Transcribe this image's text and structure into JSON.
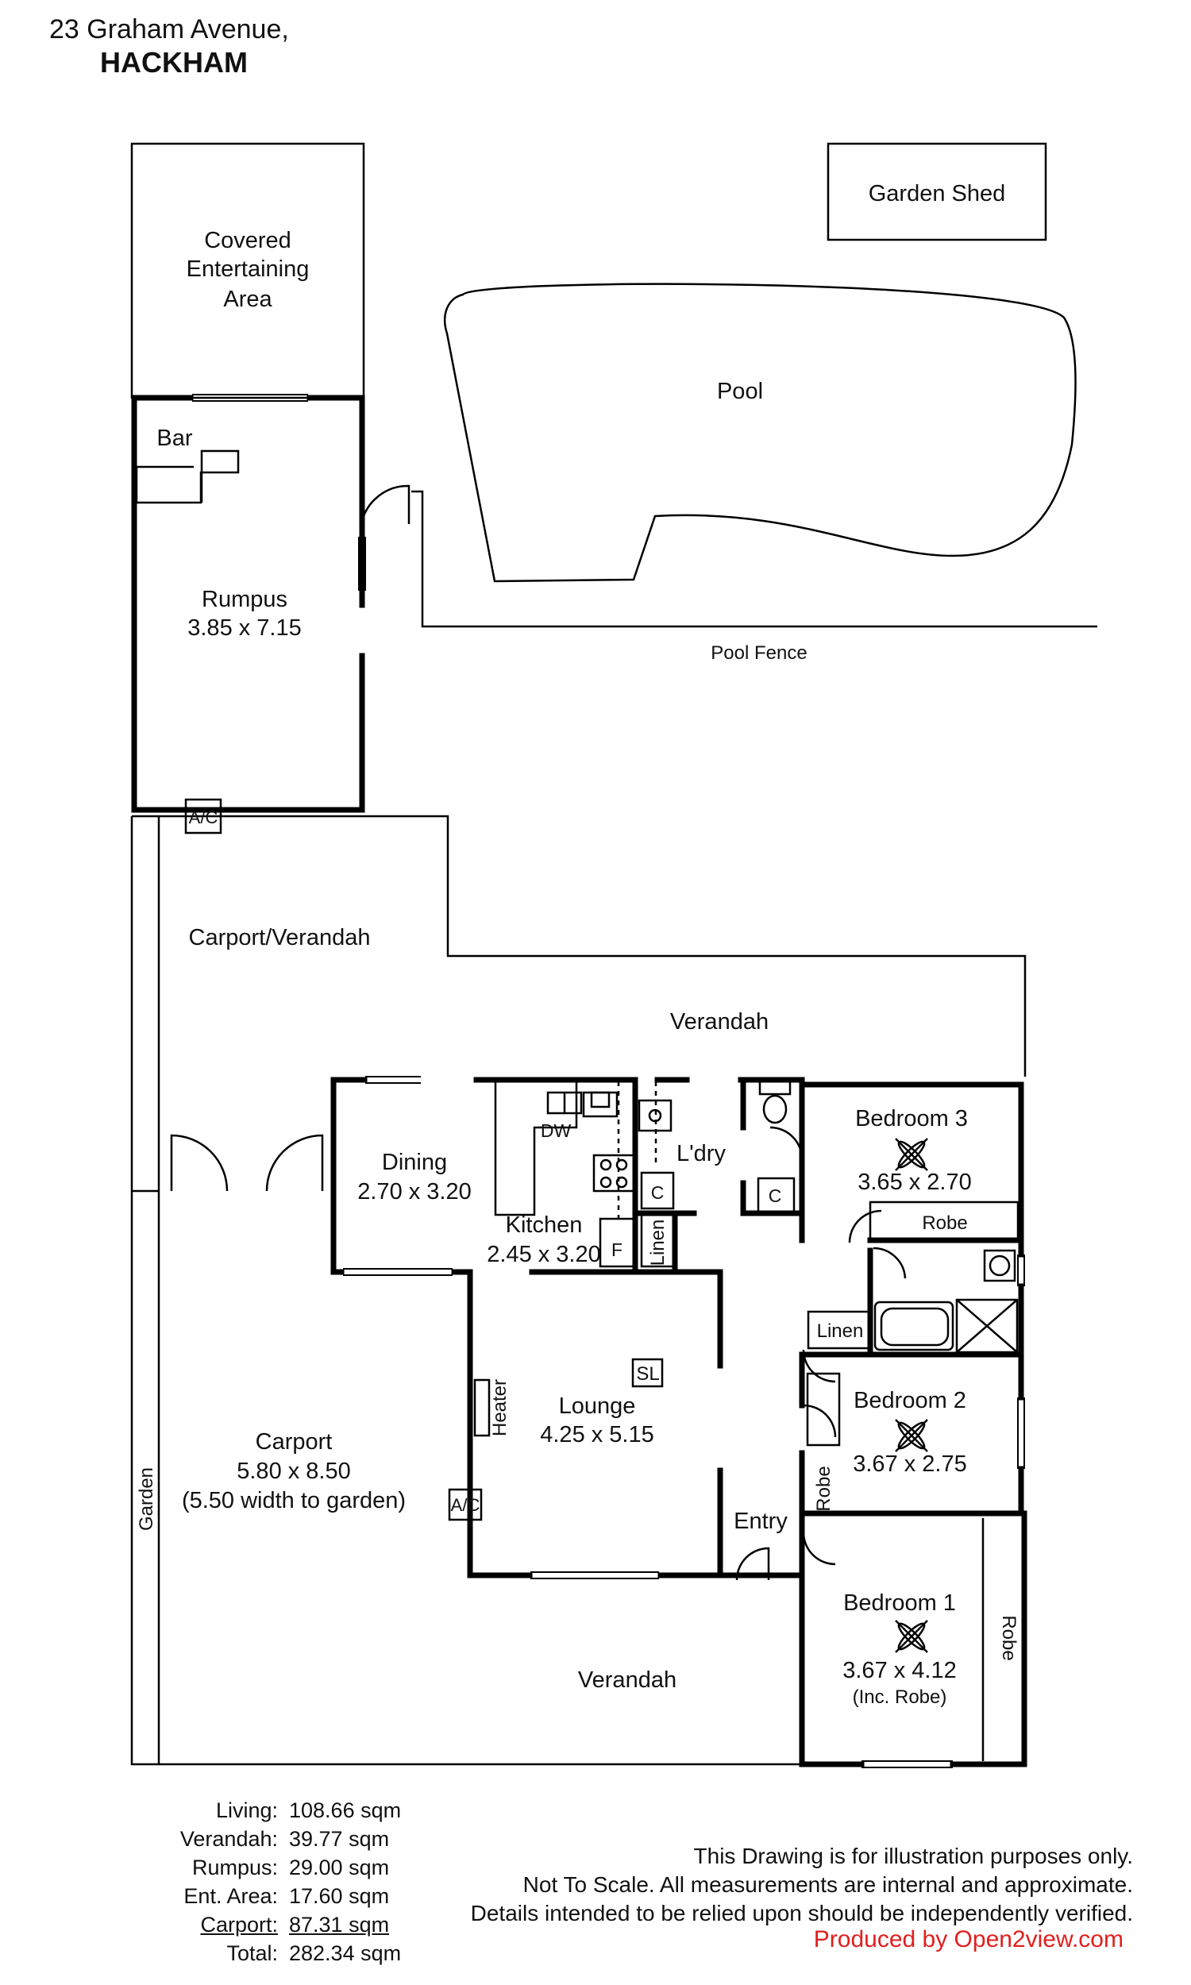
{
  "header": {
    "address_line1": "23 Graham Avenue,",
    "address_line2": "HACKHAM"
  },
  "rooms": {
    "covered_entertaining": [
      "Covered",
      "Entertaining",
      "Area"
    ],
    "garden_shed": "Garden Shed",
    "pool": "Pool",
    "pool_fence": "Pool Fence",
    "bar": "Bar",
    "rumpus": {
      "name": "Rumpus",
      "dims": "3.85 x 7.15"
    },
    "ac_top": "A/C",
    "carport_verandah": "Carport/Verandah",
    "verandah_top": "Verandah",
    "dining": {
      "name": "Dining",
      "dims": "2.70 x 3.20"
    },
    "dw": "DW",
    "kitchen": {
      "name": "Kitchen",
      "dims": "2.45 x 3.20"
    },
    "f": "F",
    "linen_kitchen": "Linen",
    "laundry": "L'dry",
    "c_laundry": "C",
    "c_wc": "C",
    "bedroom3": {
      "name": "Bedroom 3",
      "dims": "3.65 x 2.70"
    },
    "robe_bed3": "Robe",
    "linen_bath": "Linen",
    "lounge": {
      "name": "Lounge",
      "dims": "4.25 x 5.15"
    },
    "sl": "SL",
    "heater": "Heater",
    "ac_lounge": "A/C",
    "bedroom2": {
      "name": "Bedroom 2",
      "dims": "3.67 x 2.75"
    },
    "robe_bed2": "Robe",
    "entry": "Entry",
    "carport": {
      "name": "Carport",
      "dims": "5.80 x 8.50",
      "note": "(5.50 width to garden)"
    },
    "garden": "Garden",
    "bedroom1": {
      "name": "Bedroom 1",
      "dims": "3.67 x 4.12",
      "note": "(Inc. Robe)"
    },
    "robe_bed1": "Robe",
    "verandah_bottom": "Verandah"
  },
  "areas": [
    {
      "label": "Living:",
      "value": "108.66 sqm"
    },
    {
      "label": "Verandah:",
      "value": "39.77 sqm"
    },
    {
      "label": "Rumpus:",
      "value": "29.00 sqm"
    },
    {
      "label": "Ent. Area:",
      "value": "17.60 sqm"
    },
    {
      "label": "Carport:",
      "value": "87.31 sqm"
    },
    {
      "label": "Total:",
      "value": "282.34 sqm"
    }
  ],
  "disclaimer": [
    "This Drawing is for illustration purposes only.",
    "Not To Scale. All measurements are internal and approximate.",
    "Details intended to be relied upon should be independently verified."
  ],
  "producer": "Produced by Open2view.com",
  "colors": {
    "walls": "#000000",
    "background": "#ffffff",
    "producer_text": "#e0201f"
  }
}
